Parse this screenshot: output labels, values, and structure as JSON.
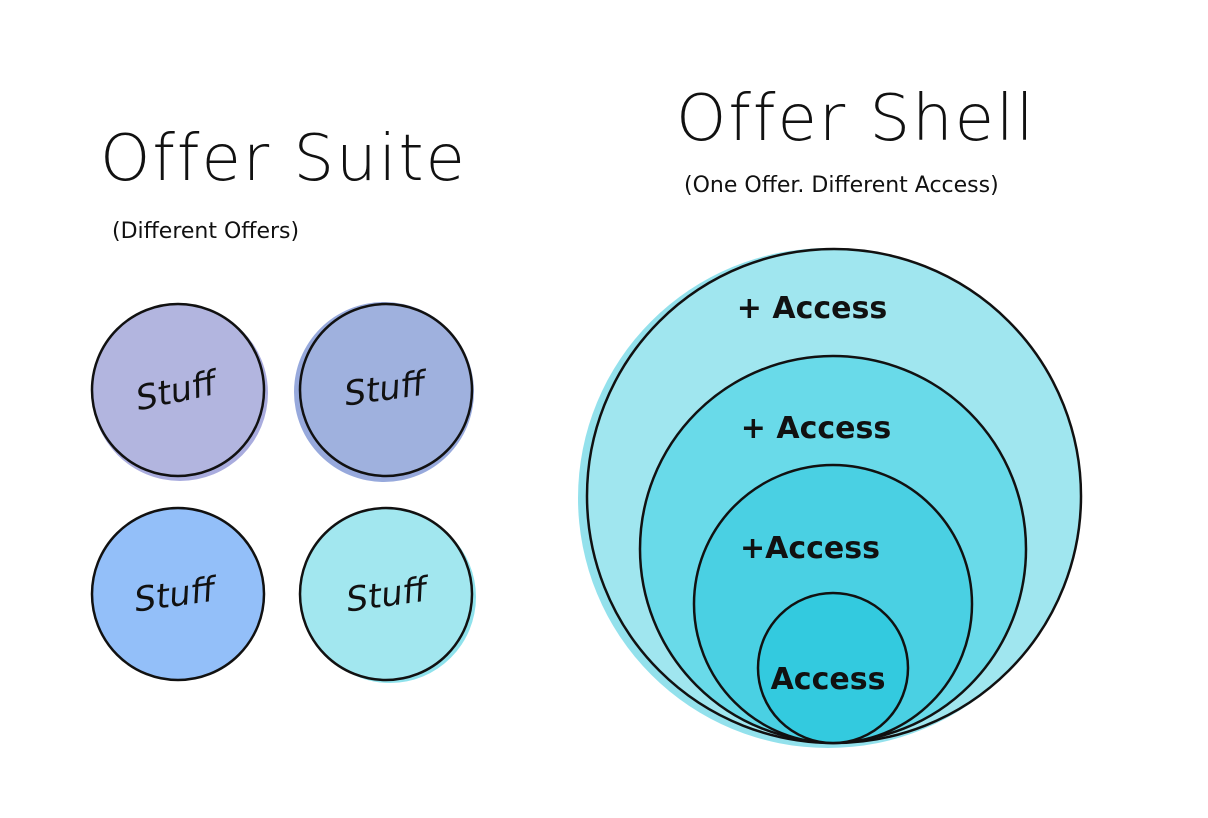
{
  "offer_suite": {
    "title": "Offer Suite",
    "subtitle": "(Different Offers)",
    "circles": [
      {
        "label": "Stuff",
        "fill": "#b2b5df",
        "blob": "#a9acde"
      },
      {
        "label": "Stuff",
        "fill": "#9fb1de",
        "blob": "#97a9dc"
      },
      {
        "label": "Stuff",
        "fill": "#93bff9",
        "blob": "#8fbbf5"
      },
      {
        "label": "Stuff",
        "fill": "#a2e7ef",
        "blob": "#8fe2ec"
      }
    ]
  },
  "offer_shell": {
    "title": "Offer Shell",
    "subtitle": "(One Offer. Different Access)",
    "rings": [
      {
        "label": "+ Access",
        "fill": "#a0e6ef"
      },
      {
        "label": "+ Access",
        "fill": "#69dae9"
      },
      {
        "label": "+Access",
        "fill": "#4ad0e3"
      },
      {
        "label": "Access",
        "fill": "#33cadf"
      }
    ],
    "blob": "#93e1ec"
  }
}
